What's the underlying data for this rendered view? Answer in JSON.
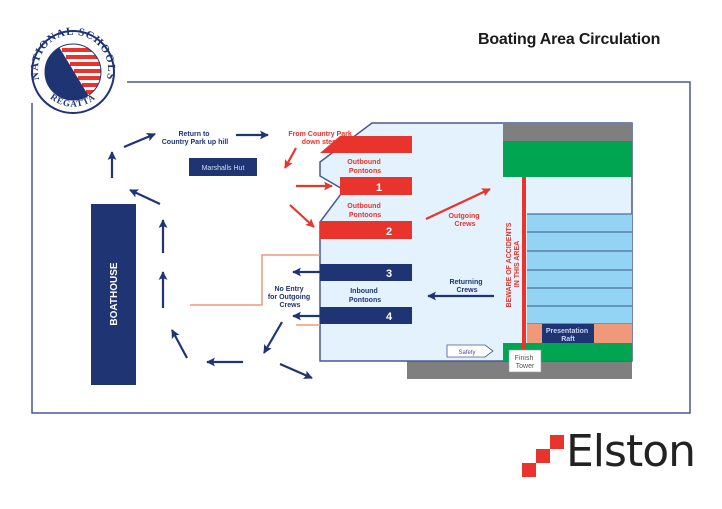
{
  "title": "Boating Area Circulation",
  "logo": {
    "top_text": "NATIONAL SCHOOLS",
    "bottom_text": "REGATTA",
    "icon": "regatta-crest-icon"
  },
  "labels": {
    "return_to_country_park": [
      "Return to",
      "Country Park up hill"
    ],
    "from_country_park": [
      "From Country Park",
      "down steps"
    ],
    "marshalls_hut": "Marshalls Hut",
    "boathouse": "BOATHOUSE",
    "outbound_pontoons_1": [
      "Outbound",
      "Pontoons"
    ],
    "outbound_pontoons_2": [
      "Outbound",
      "Pontoons"
    ],
    "outgoing_crews": [
      "Outgoing",
      "Crews"
    ],
    "inbound_pontoons": [
      "Inbound",
      "Pontoons"
    ],
    "returning_crews": [
      "Returning",
      "Crews"
    ],
    "no_entry": [
      "No Entry",
      "for Outgoing",
      "Crews"
    ],
    "beware": [
      "BEWARE OF ACCIDENTS",
      "IN THIS AREA"
    ],
    "presentation_raft": [
      "Presentation",
      "Raft"
    ],
    "safety": "Safety",
    "finish_tower": [
      "Finish",
      "Tower"
    ]
  },
  "pontoons": [
    {
      "number": "1",
      "type": "outbound"
    },
    {
      "number": "2",
      "type": "outbound"
    },
    {
      "number": "3",
      "type": "inbound"
    },
    {
      "number": "4",
      "type": "inbound"
    }
  ],
  "colors": {
    "navy": "#1f3473",
    "red": "#e8342c",
    "water": "#e3f2fc",
    "lane": "#93d3f3",
    "green": "#00a551",
    "gray": "#7f7f80",
    "salmon": "#f0987a",
    "border": "#4a5890"
  },
  "brand": {
    "name": "Elston",
    "icon": "elston-squares-icon"
  }
}
